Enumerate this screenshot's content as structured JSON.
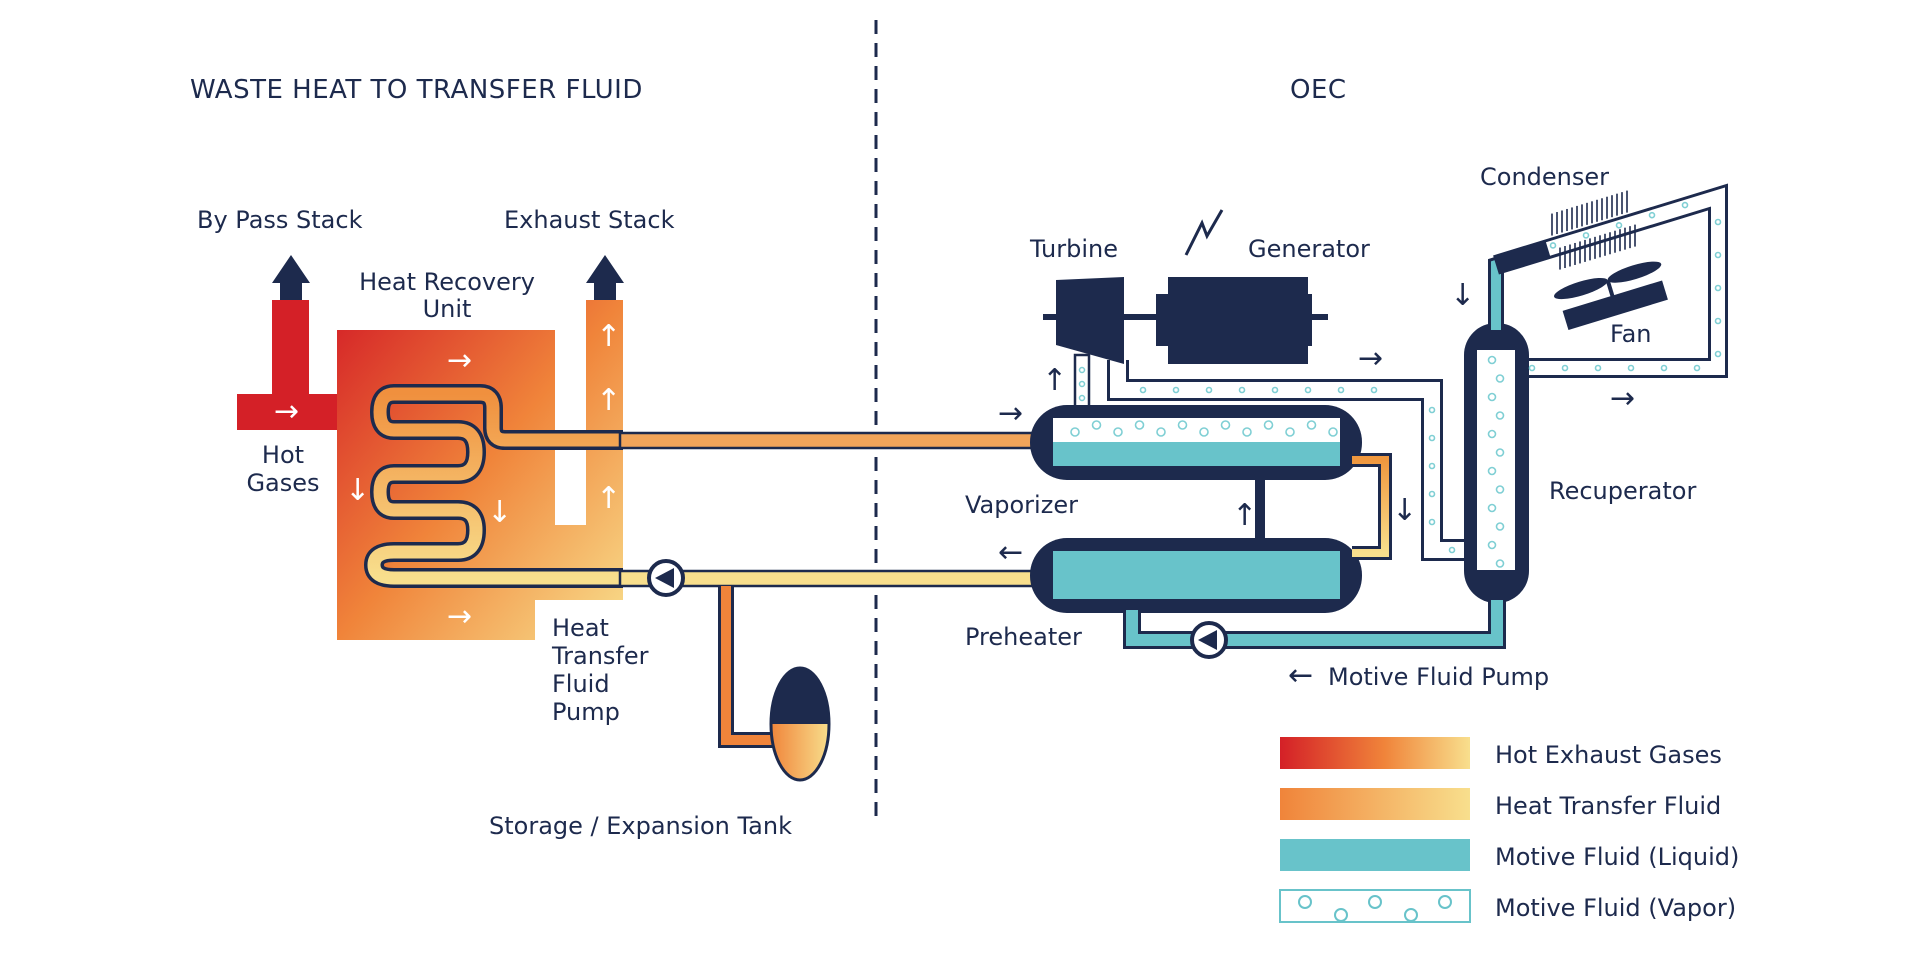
{
  "headers": {
    "left": "WASTE HEAT TO TRANSFER FLUID",
    "right": "OEC"
  },
  "labels": {
    "bypass_stack": "By Pass Stack",
    "exhaust_stack": "Exhaust Stack",
    "heat_recovery_unit_1": "Heat Recovery",
    "heat_recovery_unit_2": "Unit",
    "hot_gases_1": "Hot",
    "hot_gases_2": "Gases",
    "htf_pump_1": "Heat",
    "htf_pump_2": "Transfer",
    "htf_pump_3": "Fluid",
    "htf_pump_4": "Pump",
    "storage_tank": "Storage / Expansion Tank",
    "turbine": "Turbine",
    "generator": "Generator",
    "condenser": "Condenser",
    "fan": "Fan",
    "vaporizer": "Vaporizer",
    "preheater": "Preheater",
    "recuperator": "Recuperator",
    "motive_fluid_pump": "Motive Fluid Pump"
  },
  "arrows": {
    "right": "→",
    "left": "←",
    "up": "↑",
    "down": "↓"
  },
  "legend": [
    {
      "label": "Hot Exhaust Gases",
      "swatch": "gradient-red-yellow"
    },
    {
      "label": "Heat Transfer Fluid",
      "swatch": "gradient-orange-yellow"
    },
    {
      "label": "Motive Fluid (Liquid)",
      "swatch": "solid-teal"
    },
    {
      "label": "Motive Fluid (Vapor)",
      "swatch": "outline-bubbles"
    }
  ],
  "colors": {
    "navy": "#1d2a4d",
    "red": "#d42027",
    "orange": "#f0843a",
    "yellow": "#f8df8d",
    "teal": "#68c3ca",
    "bubble": "#7fcfd4"
  }
}
